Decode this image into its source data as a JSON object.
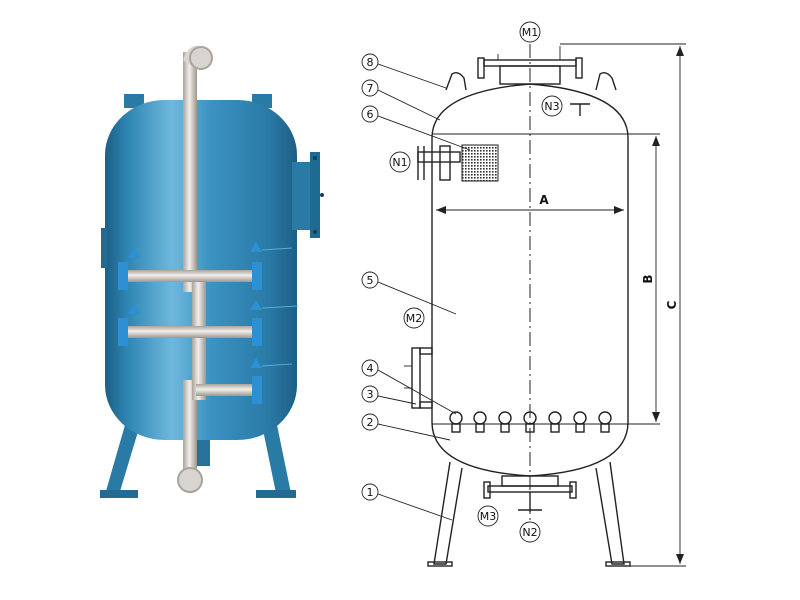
{
  "colors": {
    "tank_body": "#2f86b4",
    "tank_highlight": "#6fb8dd",
    "tank_shadow": "#1c5f85",
    "pipe": "#d8d4cf",
    "pipe_shadow": "#a9a39c",
    "valve": "#2d8fd4",
    "drawing_line": "#222222"
  },
  "left_render": {
    "icon": "sand-filter-tank-3d"
  },
  "drawing": {
    "callouts": [
      {
        "id": "c8",
        "label": "⑧"
      },
      {
        "id": "c7",
        "label": "⑦"
      },
      {
        "id": "c6",
        "label": "⑥"
      },
      {
        "id": "c5",
        "label": "⑤"
      },
      {
        "id": "c4",
        "label": "④"
      },
      {
        "id": "c3",
        "label": "③"
      },
      {
        "id": "c2",
        "label": "②"
      },
      {
        "id": "c1",
        "label": "①"
      }
    ],
    "nozzles": [
      {
        "id": "M1",
        "label": "M1"
      },
      {
        "id": "N3",
        "label": "N3"
      },
      {
        "id": "N1",
        "label": "N1"
      },
      {
        "id": "M2",
        "label": "M2"
      },
      {
        "id": "M3",
        "label": "M3"
      },
      {
        "id": "N2",
        "label": "N2"
      }
    ],
    "dimensions": {
      "a": "A",
      "b": "B",
      "c": "C"
    }
  }
}
